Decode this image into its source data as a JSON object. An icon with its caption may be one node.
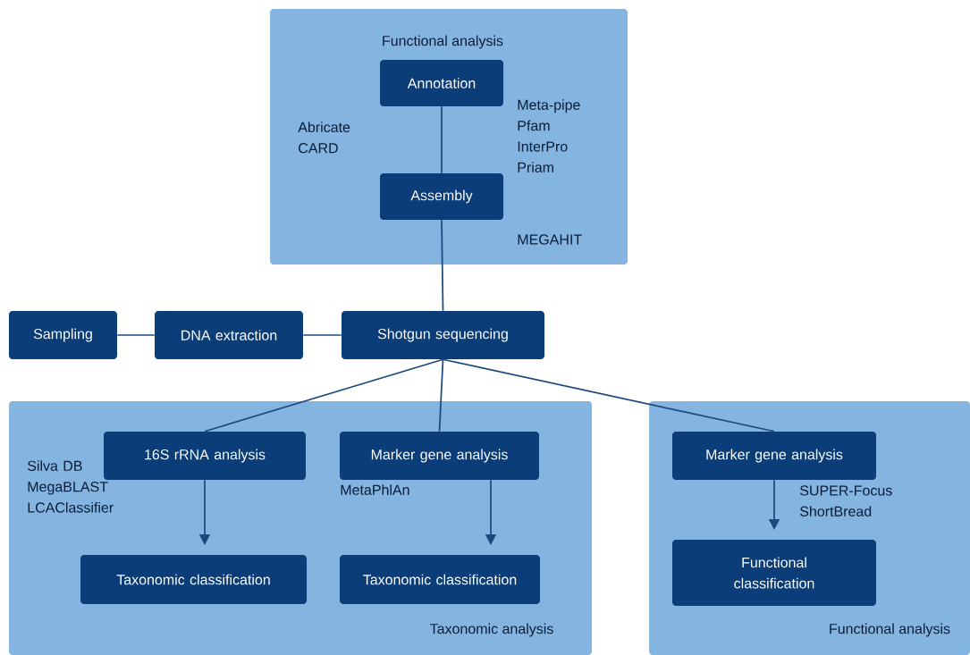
{
  "diagram": {
    "nodes": [
      {
        "text": [
          "Functional analysis",
          "Meta-pipe Pfam InterPro Priam",
          "Abricate CARD",
          "MEGAHIT"
        ]
      },
      {
        "text": [
          "Annotation"
        ],
        "in": 0
      },
      {
        "text": [
          "Assembly"
        ],
        "in": 0
      },
      {
        "text": [
          "Sampling"
        ]
      },
      {
        "text": [
          "DNA extraction"
        ]
      },
      {
        "text": [
          "Shotgun sequencing"
        ]
      },
      {
        "text": [
          "Silva DB MegaBLAST LCAClassifier",
          "MetaPhlAn",
          "Taxonomic analysis"
        ]
      },
      {
        "text": [
          "16S rRNA analysis"
        ],
        "in": 6
      },
      {
        "text": [
          "Marker gene analysis"
        ],
        "in": 6
      },
      {
        "text": [
          "Taxonomic classification"
        ],
        "in": 6
      },
      {
        "text": [
          "Taxonomic classification"
        ],
        "in": 6
      },
      {
        "text": [
          "SUPER-Focus ShortBread",
          "Functional analysis"
        ]
      },
      {
        "text": [
          "Marker gene analysis"
        ],
        "in": 11
      },
      {
        "text": [
          "Functional classification"
        ],
        "in": 11
      }
    ],
    "edges": [
      {
        "from": 2,
        "to": 1,
        "arrow": "none"
      },
      {
        "from": 5,
        "to": 2,
        "arrow": "none"
      },
      {
        "from": 3,
        "to": 4,
        "arrow": "none"
      },
      {
        "from": 4,
        "to": 5,
        "arrow": "none"
      },
      {
        "from": 5,
        "to": 7,
        "arrow": "none"
      },
      {
        "from": 5,
        "to": 8,
        "arrow": "none"
      },
      {
        "from": 5,
        "to": 12,
        "arrow": "none"
      },
      {
        "from": 7,
        "to": 9,
        "arrow": "to"
      },
      {
        "from": 8,
        "to": 10,
        "arrow": "to"
      },
      {
        "from": 12,
        "to": 13,
        "arrow": "to"
      }
    ]
  }
}
